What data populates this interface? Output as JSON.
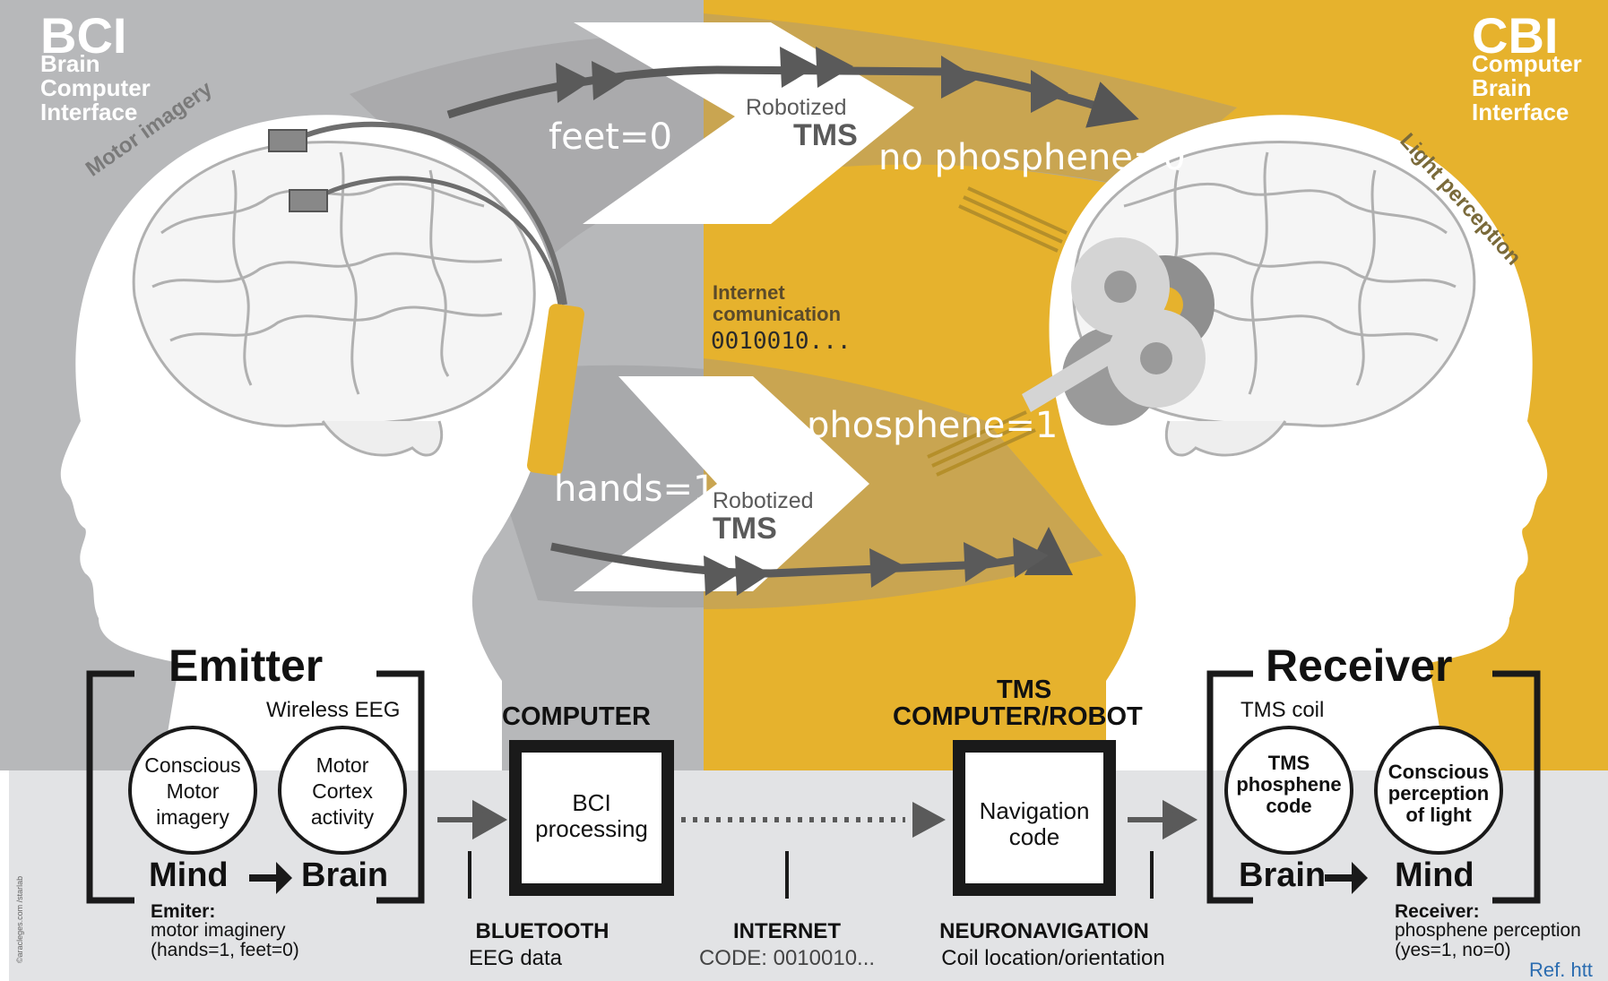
{
  "bci": {
    "title": "BCI",
    "subtitle": "Brain\nComputer\nInterface"
  },
  "cbi": {
    "title": "CBI",
    "subtitle": "Computer\nBrain\nInterface"
  },
  "motor_imagery": "Motor imagery",
  "light_perception": "Light perception",
  "feet": "feet=0",
  "hands": "hands=1",
  "no_phosphene": "no phosphene=0",
  "phosphene": "phosphene=1",
  "robotized_tms_top": {
    "line1": "Robotized",
    "line2": "TMS"
  },
  "robotized_tms_bottom": {
    "line1": "Robotized",
    "line2": "TMS"
  },
  "internet_comm": {
    "line1": "Internet",
    "line2": "comunication",
    "code": "0010010..."
  },
  "emitter": {
    "title": "Emitter",
    "wireless": "Wireless EEG",
    "circle1": "Conscious\nMotor\nimagery",
    "circle2": "Motor\nCortex\nactivity",
    "mind": "Mind",
    "brain": "Brain",
    "note_title": "Emiter:",
    "note_body": "motor imaginery\n(hands=1, feet=0)"
  },
  "computer": {
    "title": "COMPUTER",
    "box": "BCI\nprocessing"
  },
  "tms_computer": {
    "title_line1": "TMS",
    "title_line2": "COMPUTER/ROBOT",
    "box": "Navigation\ncode"
  },
  "receiver": {
    "title": "Receiver",
    "tms_coil": "TMS coil",
    "circle1": "TMS\nphosphene\ncode",
    "circle2": "Conscious\nperception\nof light",
    "brain": "Brain",
    "mind": "Mind",
    "note_title": "Receiver:",
    "note_body": "phosphene perception\n(yes=1, no=0)"
  },
  "bottom_labels": {
    "bluetooth": "BLUETOOTH",
    "bluetooth_sub": "EEG data",
    "internet": "INTERNET",
    "internet_sub": "CODE: 0010010...",
    "neuro": "NEURONAVIGATION",
    "neuro_sub": "Coil location/orientation"
  },
  "credit": "©aracleges.com /starlab",
  "ref": "Ref. htt",
  "colors": {
    "gray": "#b7b8ba",
    "yellow": "#e6b22d",
    "tan": "#c9a551",
    "band": "#e2e3e5",
    "dark": "#5a5a5a"
  }
}
